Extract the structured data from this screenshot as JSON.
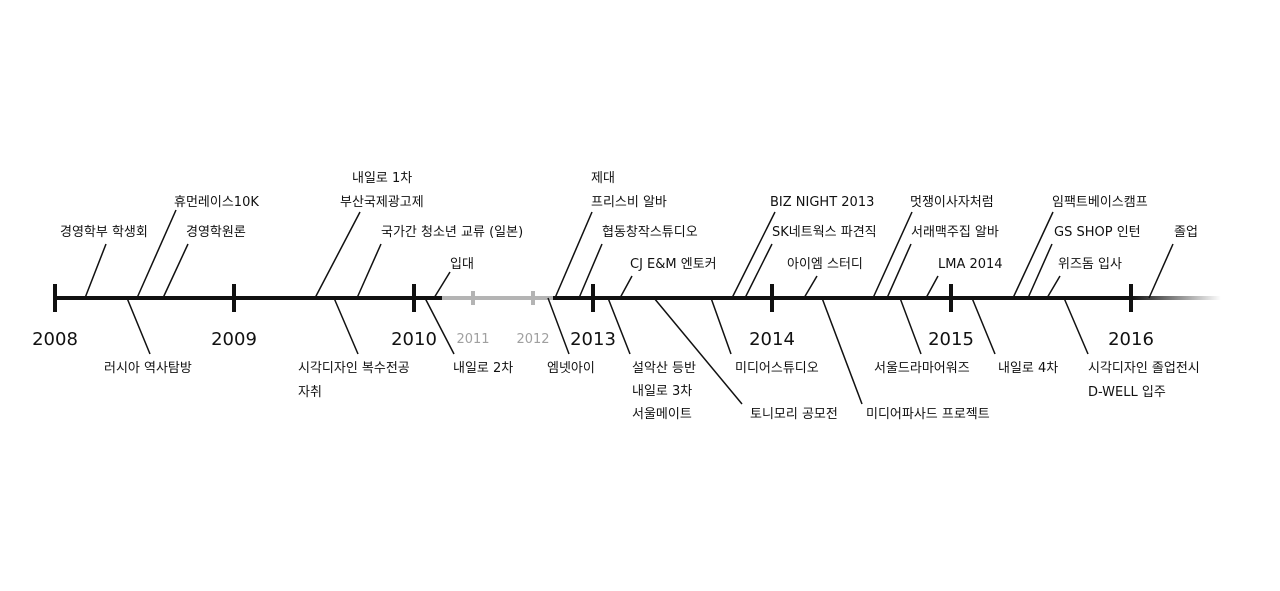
{
  "years": [
    {
      "label": "2008"
    },
    {
      "label": "2009"
    },
    {
      "label": "2010"
    },
    {
      "label": "2011",
      "faded": true
    },
    {
      "label": "2012",
      "faded": true
    },
    {
      "label": "2013"
    },
    {
      "label": "2014"
    },
    {
      "label": "2015"
    },
    {
      "label": "2016"
    }
  ],
  "events": [
    {
      "id": "ev-01",
      "side": "above",
      "lines": [
        "경영학부 학생회"
      ]
    },
    {
      "id": "ev-02",
      "side": "above",
      "lines": [
        "휴먼레이스10K"
      ]
    },
    {
      "id": "ev-03",
      "side": "above",
      "lines": [
        "경영학원론"
      ]
    },
    {
      "id": "ev-04",
      "side": "below",
      "lines": [
        "러시아 역사탐방"
      ]
    },
    {
      "id": "ev-05",
      "side": "above",
      "lines": [
        "내일로 1차",
        "부산국제광고제"
      ]
    },
    {
      "id": "ev-06",
      "side": "above",
      "lines": [
        "국가간 청소년 교류 (일본)"
      ]
    },
    {
      "id": "ev-07",
      "side": "below",
      "lines": [
        "시각디자인 복수전공",
        "자취"
      ]
    },
    {
      "id": "ev-08",
      "side": "above",
      "lines": [
        "입대"
      ]
    },
    {
      "id": "ev-09",
      "side": "below",
      "lines": [
        "내일로 2차"
      ]
    },
    {
      "id": "ev-10",
      "side": "above",
      "lines": [
        "제대",
        "프리스비 알바"
      ]
    },
    {
      "id": "ev-11",
      "side": "above",
      "lines": [
        "협동창작스튜디오"
      ]
    },
    {
      "id": "ev-12",
      "side": "above",
      "lines": [
        "CJ E&M 엔토커"
      ]
    },
    {
      "id": "ev-13",
      "side": "below",
      "lines": [
        "엠넷아이"
      ]
    },
    {
      "id": "ev-14",
      "side": "below",
      "lines": [
        "설악산 등반",
        "내일로 3차",
        "서울메이트"
      ]
    },
    {
      "id": "ev-15",
      "side": "below",
      "lines": [
        "토니모리 공모전"
      ]
    },
    {
      "id": "ev-16",
      "side": "below",
      "lines": [
        "미디어스튜디오"
      ]
    },
    {
      "id": "ev-17",
      "side": "above",
      "lines": [
        "BIZ NIGHT 2013"
      ]
    },
    {
      "id": "ev-18",
      "side": "above",
      "lines": [
        "SK네트웍스 파견직"
      ]
    },
    {
      "id": "ev-19",
      "side": "above",
      "lines": [
        "아이엠 스터디"
      ]
    },
    {
      "id": "ev-20",
      "side": "below",
      "lines": [
        "미디어파사드 프로젝트"
      ]
    },
    {
      "id": "ev-21",
      "side": "above",
      "lines": [
        "멋쟁이사자처럼"
      ]
    },
    {
      "id": "ev-22",
      "side": "above",
      "lines": [
        "서래맥주집 알바"
      ]
    },
    {
      "id": "ev-23",
      "side": "above",
      "lines": [
        "LMA 2014"
      ]
    },
    {
      "id": "ev-24",
      "side": "below",
      "lines": [
        "서울드라마어워즈"
      ]
    },
    {
      "id": "ev-25",
      "side": "below",
      "lines": [
        "내일로 4차"
      ]
    },
    {
      "id": "ev-26",
      "side": "above",
      "lines": [
        "임팩트베이스캠프"
      ]
    },
    {
      "id": "ev-27",
      "side": "above",
      "lines": [
        "GS SHOP 인턴"
      ]
    },
    {
      "id": "ev-28",
      "side": "above",
      "lines": [
        "위즈돔 입사"
      ]
    },
    {
      "id": "ev-29",
      "side": "below",
      "lines": [
        "시각디자인 졸업전시",
        "D-WELL 입주"
      ]
    },
    {
      "id": "ev-30",
      "side": "above",
      "lines": [
        "졸업"
      ]
    }
  ],
  "colors": {
    "main": "#111111",
    "faded": "#b4b4b4",
    "faded_text": "#a0a0a0"
  }
}
